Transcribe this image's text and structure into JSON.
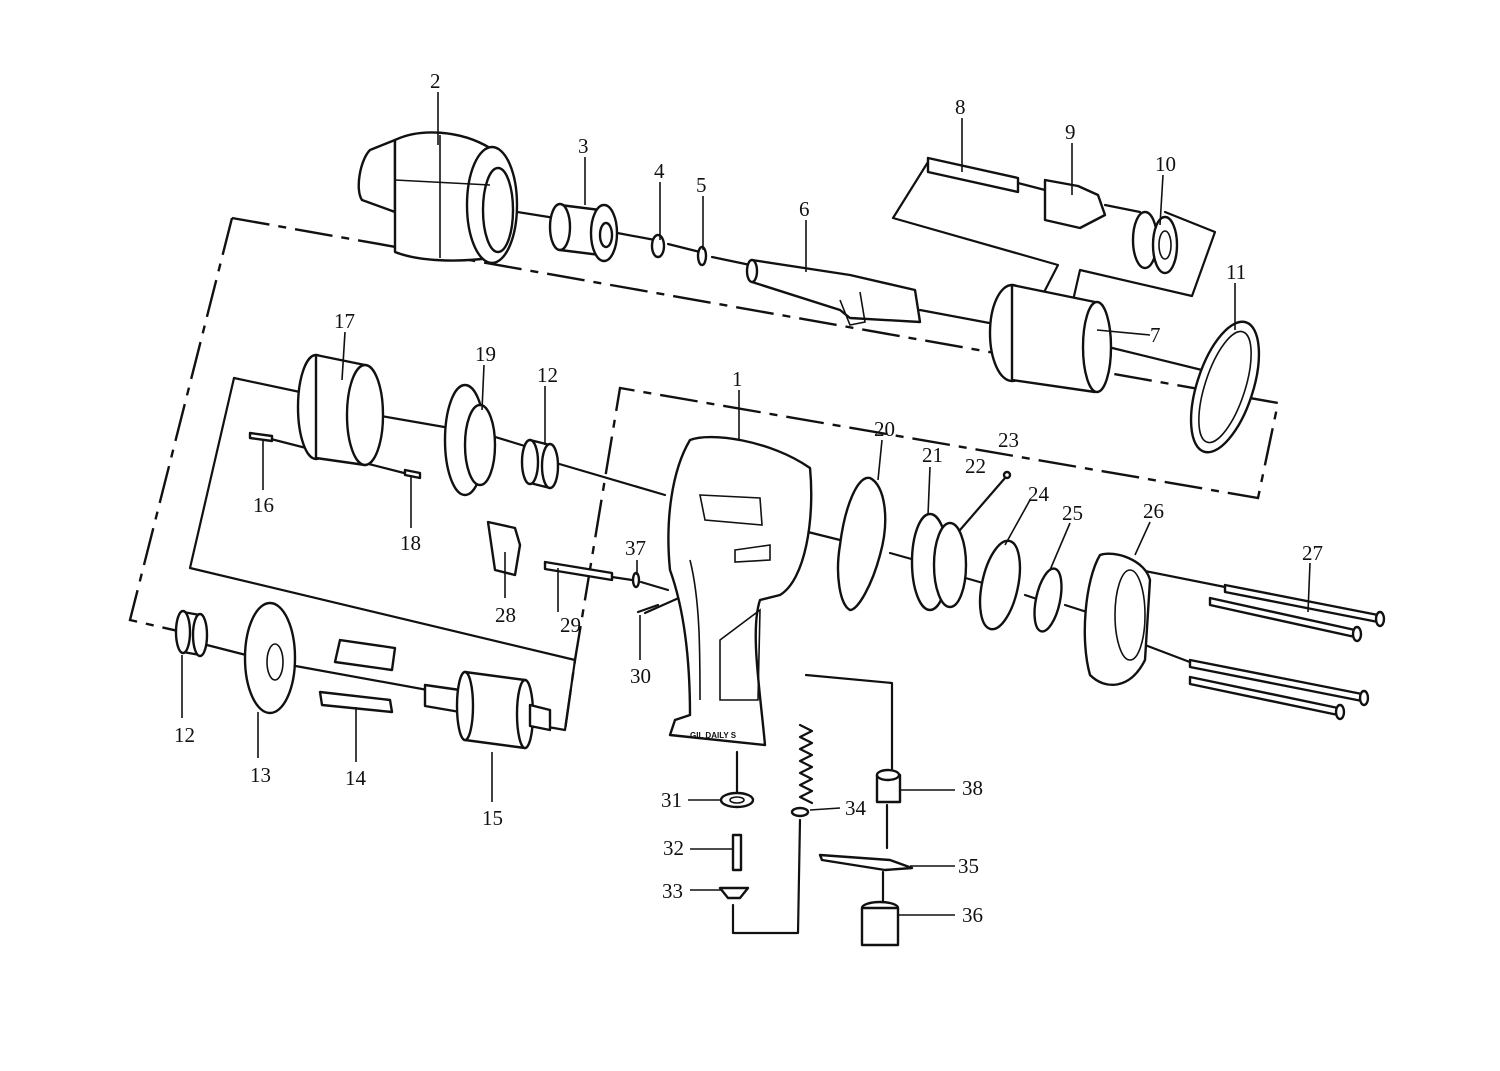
{
  "diagram": {
    "callouts": [
      {
        "id": "1",
        "text": "1"
      },
      {
        "id": "2",
        "text": "2"
      },
      {
        "id": "3",
        "text": "3"
      },
      {
        "id": "4",
        "text": "4"
      },
      {
        "id": "5",
        "text": "5"
      },
      {
        "id": "6",
        "text": "6"
      },
      {
        "id": "7",
        "text": "7"
      },
      {
        "id": "8",
        "text": "8"
      },
      {
        "id": "9",
        "text": "9"
      },
      {
        "id": "10",
        "text": "10"
      },
      {
        "id": "11",
        "text": "11"
      },
      {
        "id": "12a",
        "text": "12"
      },
      {
        "id": "12b",
        "text": "12"
      },
      {
        "id": "13",
        "text": "13"
      },
      {
        "id": "14",
        "text": "14"
      },
      {
        "id": "15",
        "text": "15"
      },
      {
        "id": "16",
        "text": "16"
      },
      {
        "id": "17",
        "text": "17"
      },
      {
        "id": "18",
        "text": "18"
      },
      {
        "id": "19",
        "text": "19"
      },
      {
        "id": "20",
        "text": "20"
      },
      {
        "id": "21",
        "text": "21"
      },
      {
        "id": "22",
        "text": "22"
      },
      {
        "id": "23",
        "text": "23"
      },
      {
        "id": "24",
        "text": "24"
      },
      {
        "id": "25",
        "text": "25"
      },
      {
        "id": "26",
        "text": "26"
      },
      {
        "id": "27",
        "text": "27"
      },
      {
        "id": "28",
        "text": "28"
      },
      {
        "id": "29",
        "text": "29"
      },
      {
        "id": "30",
        "text": "30"
      },
      {
        "id": "31",
        "text": "31"
      },
      {
        "id": "32",
        "text": "32"
      },
      {
        "id": "33",
        "text": "33"
      },
      {
        "id": "34",
        "text": "34"
      },
      {
        "id": "35",
        "text": "35"
      },
      {
        "id": "36",
        "text": "36"
      },
      {
        "id": "37",
        "text": "37"
      },
      {
        "id": "38",
        "text": "38"
      }
    ],
    "housing_marking": "GIL DAILY S"
  }
}
